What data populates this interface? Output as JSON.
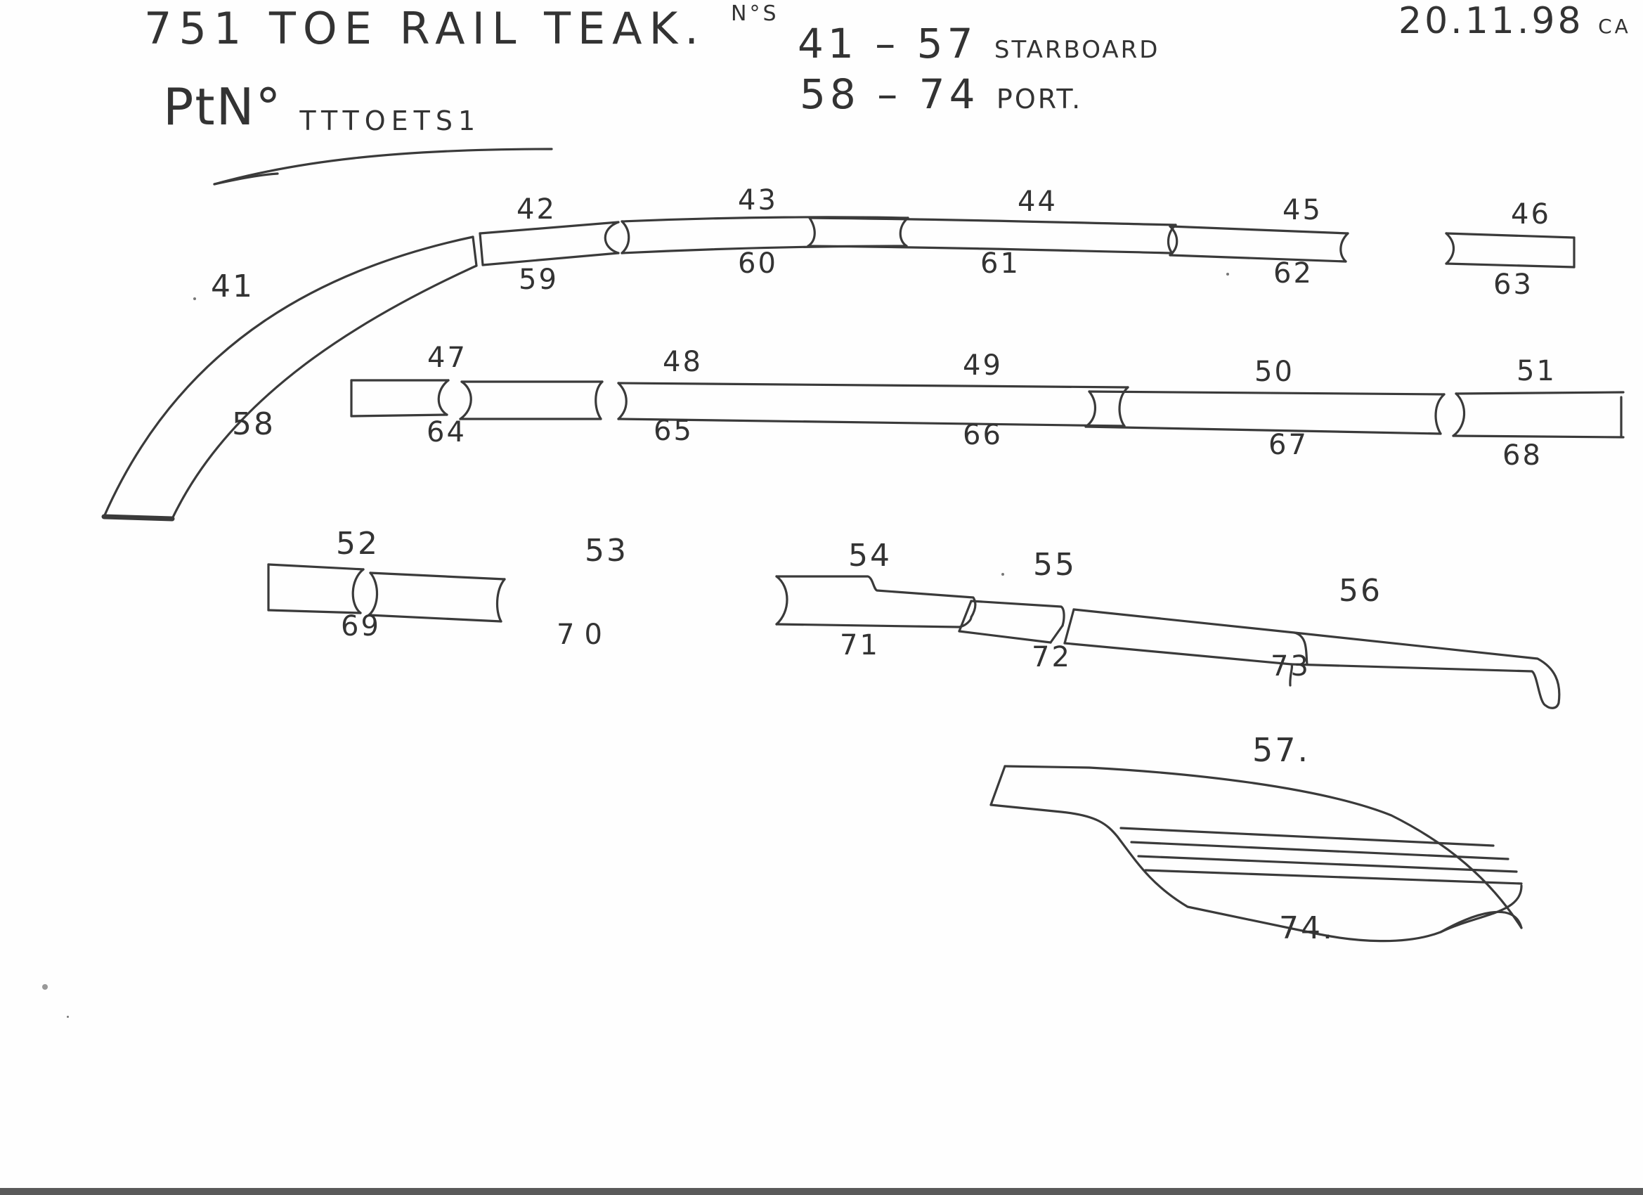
{
  "header": {
    "title": "751  TOE RAIL TEAK.",
    "nos_label": "N°S",
    "ranges": [
      {
        "numbers": "41 – 57",
        "side": "STARBOARD"
      },
      {
        "numbers": "58 – 74",
        "side": "PORT."
      }
    ],
    "date": "20.11.98",
    "initials": "CA",
    "part_no_prefix": "PtN°",
    "part_no": "TTTOETS1"
  },
  "pieces": [
    {
      "id": "41",
      "top_label": "41",
      "bottom_label": "58",
      "shape": "curved"
    },
    {
      "id": "42",
      "top_label": "42",
      "bottom_label": "59"
    },
    {
      "id": "43",
      "top_label": "43",
      "bottom_label": "60"
    },
    {
      "id": "44",
      "top_label": "44",
      "bottom_label": "61"
    },
    {
      "id": "45",
      "top_label": "45",
      "bottom_label": "62"
    },
    {
      "id": "46",
      "top_label": "46",
      "bottom_label": "63"
    },
    {
      "id": "47",
      "top_label": "47",
      "bottom_label": "64"
    },
    {
      "id": "48",
      "top_label": "48",
      "bottom_label": "65"
    },
    {
      "id": "49",
      "top_label": "49",
      "bottom_label": "66"
    },
    {
      "id": "50",
      "top_label": "50",
      "bottom_label": "67"
    },
    {
      "id": "51",
      "top_label": "51",
      "bottom_label": "68"
    },
    {
      "id": "52",
      "top_label": "52",
      "bottom_label": "69"
    },
    {
      "id": "53",
      "top_label": "53",
      "bottom_label": "70"
    },
    {
      "id": "54",
      "top_label": "54",
      "bottom_label": "71",
      "shape": "stepped"
    },
    {
      "id": "55",
      "top_label": "55",
      "bottom_label": "72",
      "shape": "angled"
    },
    {
      "id": "56",
      "top_label": "56",
      "bottom_label": "73",
      "shape": "hooked-end"
    },
    {
      "id": "57",
      "top_label": "57.",
      "bottom_label": "74.",
      "shape": "stern-piece"
    }
  ]
}
